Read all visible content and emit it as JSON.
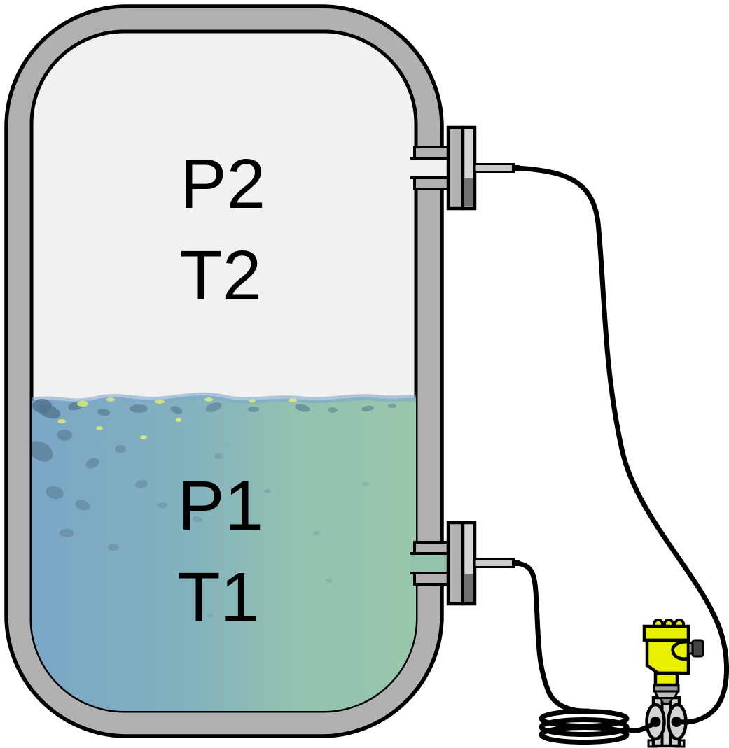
{
  "tank": {
    "labels": {
      "gas_pressure": "P2",
      "gas_temperature": "T2",
      "liquid_pressure": "P1",
      "liquid_temperature": "T1"
    }
  },
  "colors": {
    "background": "#ffffff",
    "outline": "#000000",
    "vessel_wall": "#b1b1b1",
    "vessel_interior": "#f1f1f1",
    "liquid_blue": "#7ba6c7",
    "liquid_blue_mid": "#84b2bd",
    "liquid_green_mid": "#92c2b0",
    "liquid_green": "#99c8ab",
    "liquid_crest_blue": "#7fa9cd",
    "nozzle_channel_liquid": "#94c3ac",
    "flange_plate_light": "#d6d6d6",
    "flange_plate_dark": "#717171",
    "capillary_tube": "#c9c9c9",
    "cable": "#000000",
    "transmitter_yellow": "#e8f000",
    "connector_gray": "#454545",
    "manifold_gray": "#d4d4d4"
  }
}
